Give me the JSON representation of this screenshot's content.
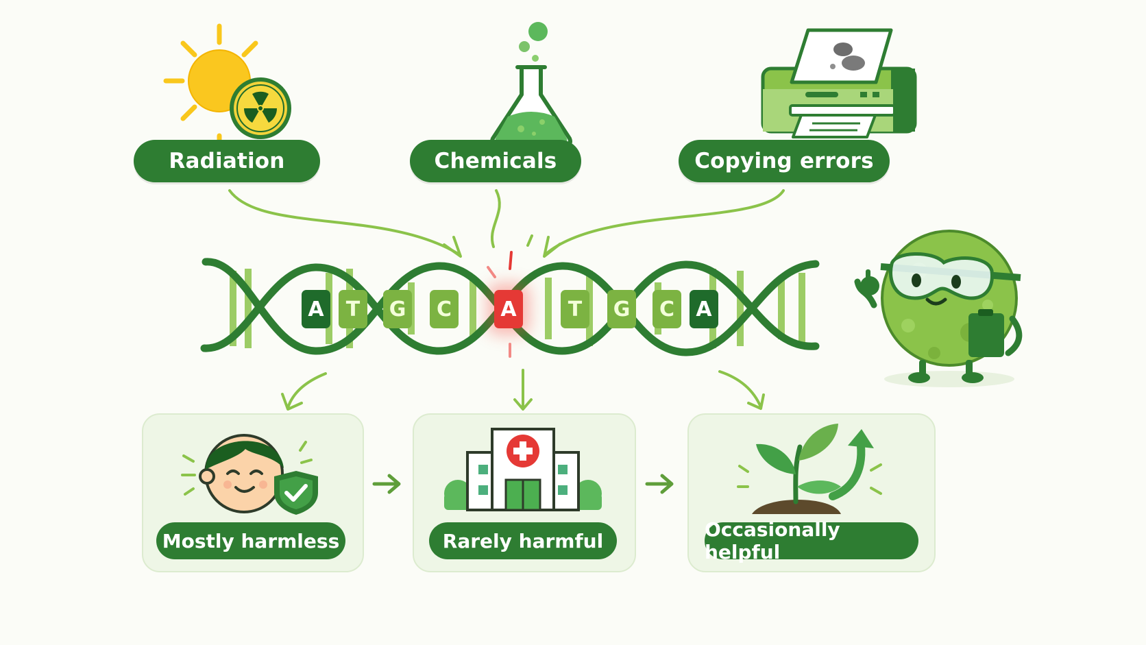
{
  "causes": [
    {
      "label": "Radiation",
      "icon": "sun-radiation-icon"
    },
    {
      "label": "Chemicals",
      "icon": "flask-icon"
    },
    {
      "label": "Copying errors",
      "icon": "printer-icon"
    }
  ],
  "dna": {
    "bases": [
      "A",
      "T",
      "G",
      "C",
      "A",
      "T",
      "G",
      "C",
      "A"
    ],
    "mutated_index": 4
  },
  "outcomes": [
    {
      "label": "Mostly harmless",
      "icon": "smiling-person-shield-icon"
    },
    {
      "label": "Rarely harmful",
      "icon": "hospital-icon"
    },
    {
      "label": "Occasionally helpful",
      "icon": "sprouting-plant-icon"
    }
  ],
  "colors": {
    "primary_green": "#2e7d32",
    "light_green": "#7cb342",
    "mutation_red": "#e53935",
    "background": "#fbfcf7"
  }
}
